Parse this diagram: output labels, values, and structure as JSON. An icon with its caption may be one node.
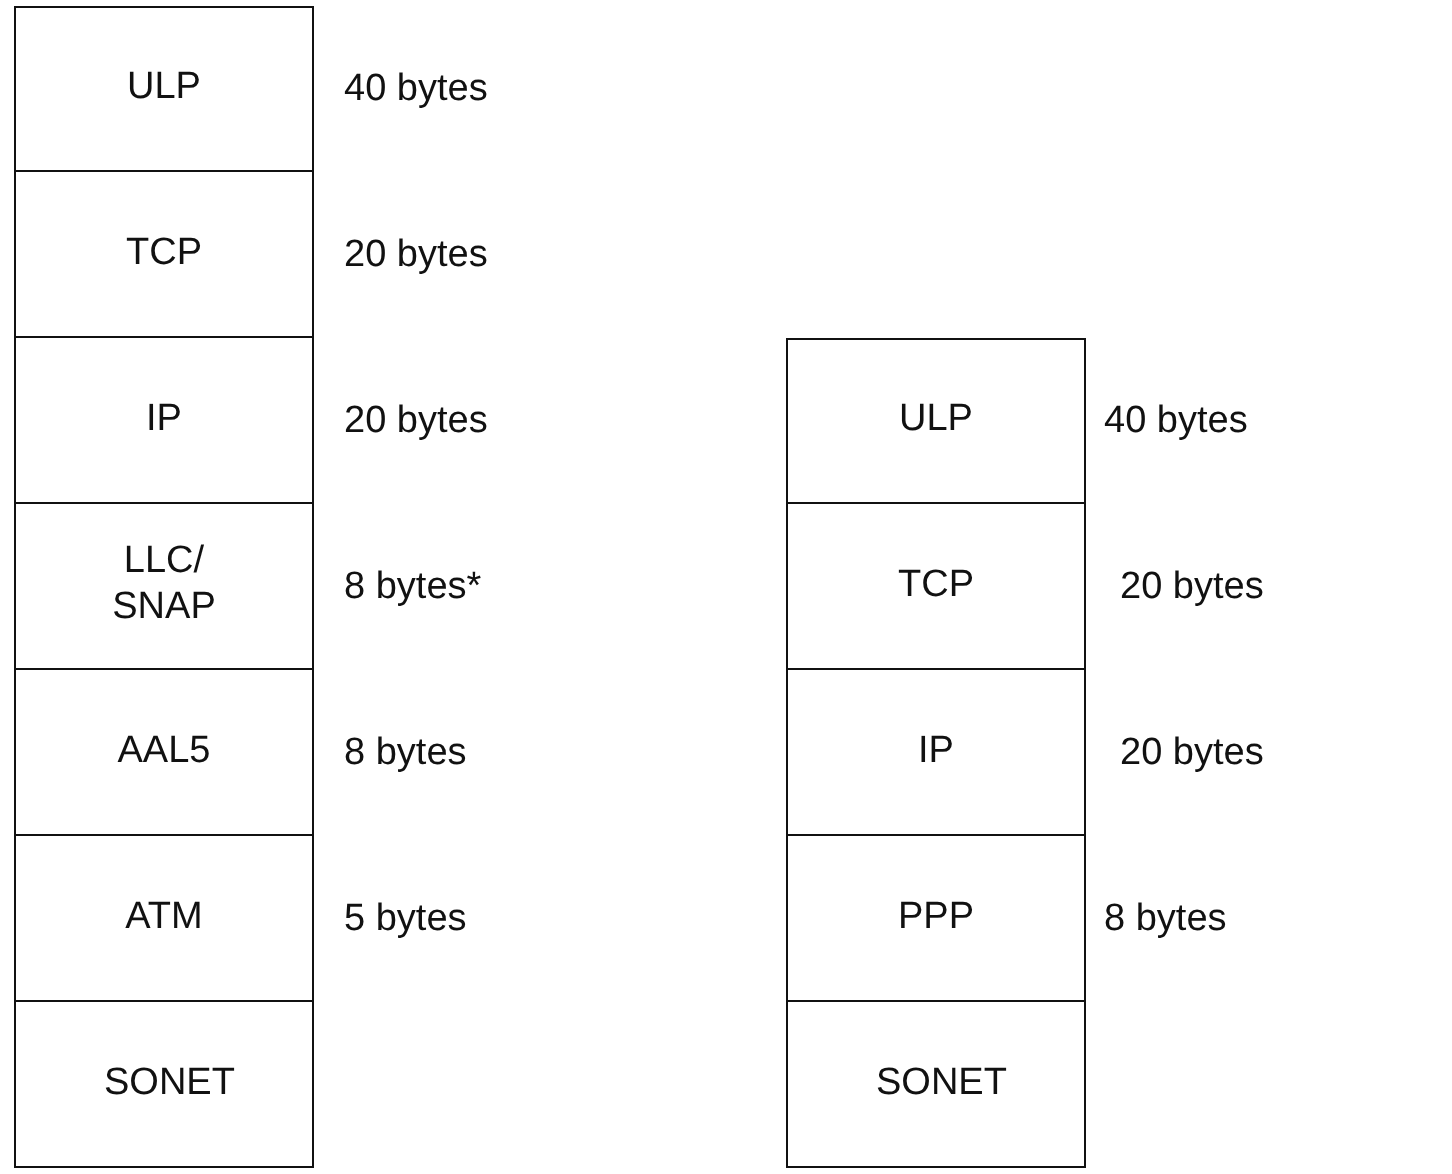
{
  "diagram": {
    "nodes": [
      {
        "text": [
          "ULP"
        ],
        "beside": [
          "40 bytes"
        ]
      },
      {
        "text": [
          "TCP"
        ],
        "beside": [
          "20 bytes"
        ]
      },
      {
        "text": [
          "IP"
        ],
        "beside": [
          "20 bytes"
        ]
      },
      {
        "text": [
          "LLC/ SNAP"
        ],
        "beside": [
          "8 bytes*"
        ]
      },
      {
        "text": [
          "AAL5"
        ],
        "beside": [
          "8 bytes"
        ]
      },
      {
        "text": [
          "ATM"
        ],
        "beside": [
          "5 bytes"
        ]
      },
      {
        "text": [
          "SONET"
        ]
      },
      {
        "text": [
          "ULP"
        ],
        "beside": [
          "40 bytes"
        ]
      },
      {
        "text": [
          "TCP"
        ],
        "beside": [
          "20 bytes"
        ]
      },
      {
        "text": [
          "IP"
        ],
        "beside": [
          "20 bytes"
        ]
      },
      {
        "text": [
          "PPP"
        ],
        "beside": [
          "8 bytes"
        ]
      },
      {
        "text": [
          "SONET"
        ]
      }
    ]
  }
}
